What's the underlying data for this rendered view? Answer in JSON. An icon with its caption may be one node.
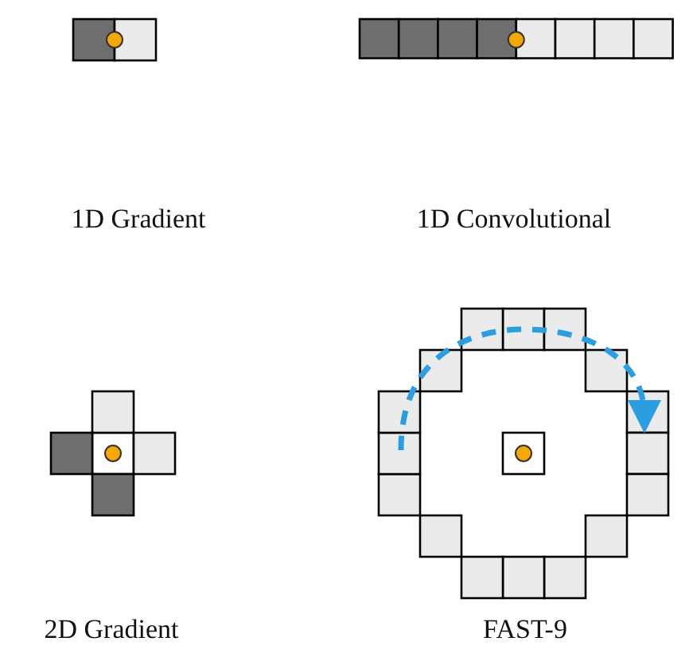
{
  "diagram": {
    "labels": [
      "1D Gradient",
      "1D Convolutional",
      "2D Gradient",
      "FAST-9"
    ]
  }
}
